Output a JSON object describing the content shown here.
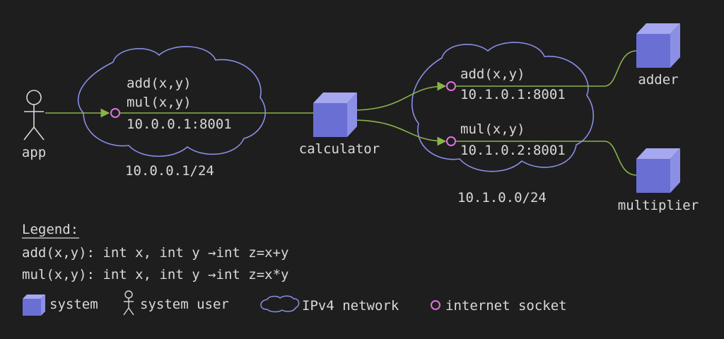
{
  "colors": {
    "background": "#1e1e1e",
    "text": "#d9d9d9",
    "cube_front": "#6a6fd4",
    "cube_top": "#a5a8ee",
    "cube_side": "#8b8fe6",
    "cloud_stroke": "#8a8fe8",
    "link": "#8ab34a",
    "socket": "#e070e0",
    "person": "#d9d9d9"
  },
  "nodes": {
    "app": {
      "label": "app",
      "icon": "person-icon"
    },
    "calculator": {
      "label": "calculator",
      "icon": "cube-icon"
    },
    "adder": {
      "label": "adder",
      "icon": "cube-icon"
    },
    "multiplier": {
      "label": "multiplier",
      "icon": "cube-icon"
    }
  },
  "networks": {
    "left": {
      "subnet": "10.0.0.1/24",
      "services": [
        "add(x,y)",
        "mul(x,y)"
      ],
      "socket_address": "10.0.0.1:8001"
    },
    "right": {
      "subnet": "10.1.0.0/24",
      "add_service": "add(x,y)",
      "add_address": "10.1.0.1:8001",
      "mul_service": "mul(x,y)",
      "mul_address": "10.1.0.2:8001"
    }
  },
  "legend": {
    "title": "Legend:",
    "definitions": [
      "add(x,y): int x, int y →int z=x+y",
      "mul(x,y): int x, int y →int z=x*y"
    ],
    "items": {
      "system": "system",
      "system_user": "system user",
      "network": "IPv4 network",
      "socket": "internet socket"
    }
  }
}
